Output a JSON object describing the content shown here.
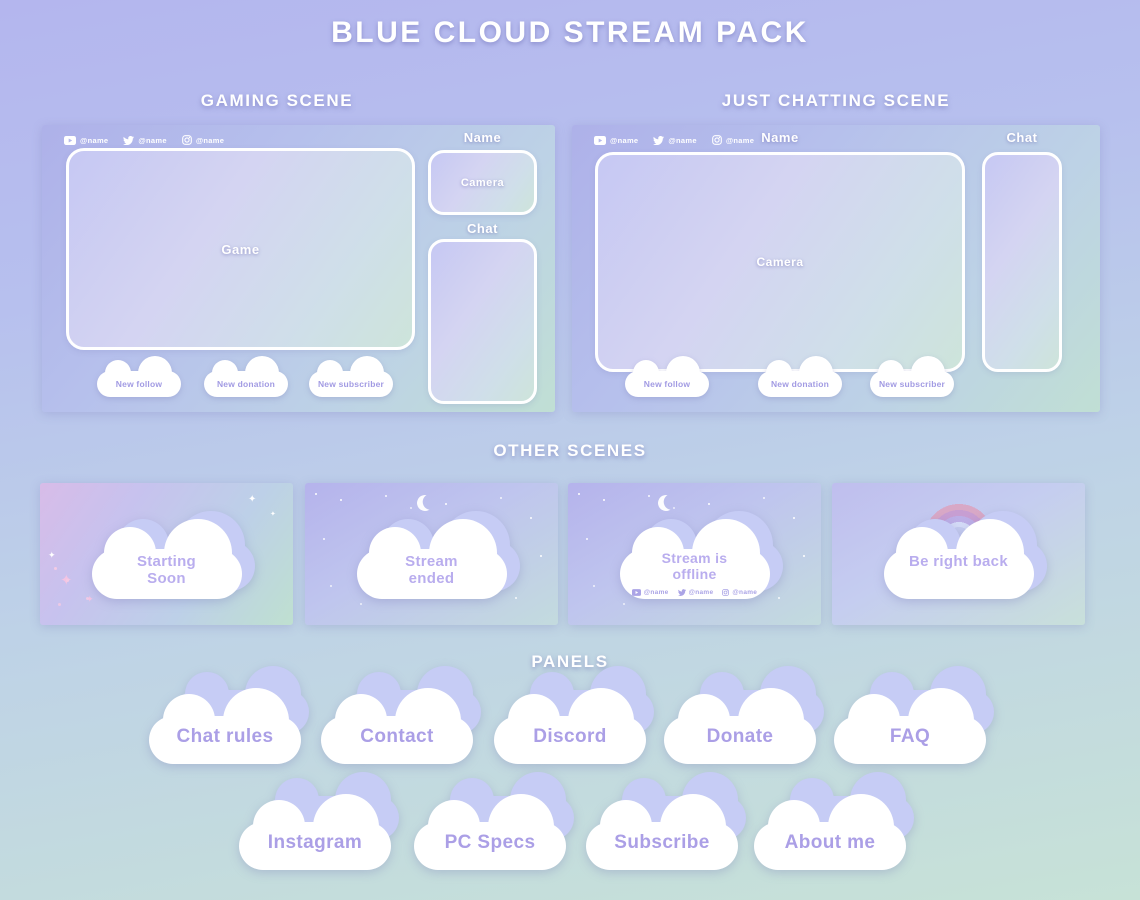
{
  "title": "BLUE CLOUD STREAM PACK",
  "gaming_scene": {
    "heading": "GAMING SCENE",
    "socials": [
      {
        "platform": "youtube",
        "handle": "@name"
      },
      {
        "platform": "twitter",
        "handle": "@name"
      },
      {
        "platform": "instagram",
        "handle": "@name"
      }
    ],
    "game_label": "Game",
    "name_label": "Name",
    "camera_label": "Camera",
    "chat_label": "Chat",
    "alerts": [
      "New follow",
      "New donation",
      "New subscriber"
    ]
  },
  "chatting_scene": {
    "heading": "JUST CHATTING SCENE",
    "socials": [
      {
        "platform": "youtube",
        "handle": "@name"
      },
      {
        "platform": "twitter",
        "handle": "@name"
      },
      {
        "platform": "instagram",
        "handle": "@name"
      }
    ],
    "name_label": "Name",
    "camera_label": "Camera",
    "chat_label": "Chat",
    "alerts": [
      "New follow",
      "New donation",
      "New subscriber"
    ]
  },
  "other_scenes": {
    "heading": "OTHER SCENES",
    "cards": [
      {
        "label": "Starting Soon"
      },
      {
        "label": "Stream ended"
      },
      {
        "label": "Stream is offline",
        "socials": [
          {
            "platform": "youtube",
            "handle": "@name"
          },
          {
            "platform": "twitter",
            "handle": "@name"
          },
          {
            "platform": "instagram",
            "handle": "@name"
          }
        ]
      },
      {
        "label": "Be right back"
      }
    ]
  },
  "panels": {
    "heading": "PANELS",
    "row1": [
      {
        "label": "Chat rules"
      },
      {
        "label": "Contact"
      },
      {
        "label": "Discord"
      },
      {
        "label": "Donate"
      },
      {
        "label": "FAQ"
      }
    ],
    "row2": [
      {
        "label": "Instagram"
      },
      {
        "label": "PC Specs"
      },
      {
        "label": "Subscribe"
      },
      {
        "label": "About me"
      }
    ]
  },
  "icons": {
    "sparkle": "✦"
  },
  "colors": {
    "background_top": "#b4b6ee",
    "background_bottom": "#c7e2d7",
    "cloud_white": "#ffffff",
    "cloud_shadow": "#c6ccf5",
    "label_lavender": "#ab9fe6",
    "text_white": "#ffffff"
  }
}
